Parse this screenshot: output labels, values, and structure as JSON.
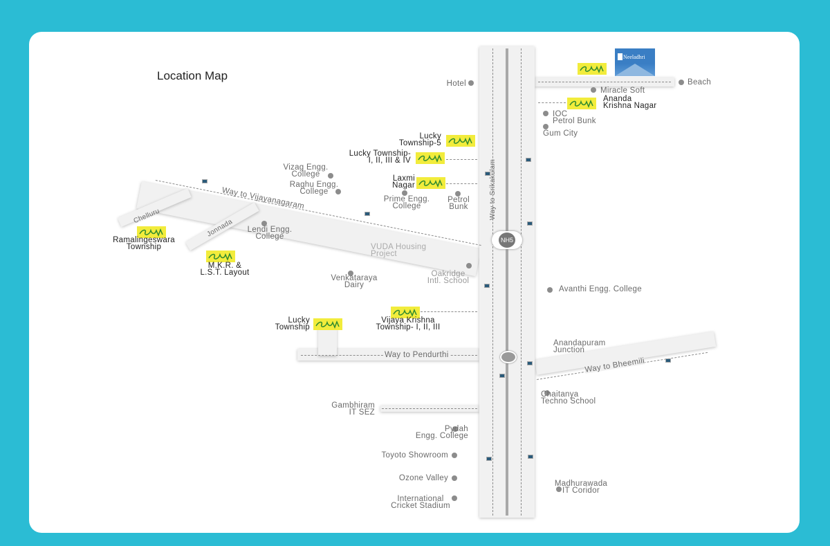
{
  "title": "Location Map",
  "brand": {
    "name": "Neeladhri",
    "color": "#3a7ec4"
  },
  "colors": {
    "background": "#2bbcd4",
    "highlight": "#f2ec3c",
    "logo_ink": "#2f8a2f"
  },
  "highway": {
    "badge": "NH5"
  },
  "roads": {
    "srikakulam": "Way to Srikakulam",
    "vijayanagaram": "Way to Vijayanagaram",
    "pendurthi": "Way to Pendurthi",
    "bheemili": "Way to Bheemili",
    "chelluru": "Chelluru",
    "jonnada": "Jonnada"
  },
  "projects": [
    "Ananda\nKrishna Nagar",
    "Lucky\nTownship-5",
    "Lucky Township-\nI, II, III & IV",
    "Laxmi\nNagar",
    "Ramalingeswara\nTownship",
    "M.K.R. &\nL.S.T. Layout",
    "Lucky\nTownship",
    "Vijaya Krishna\nTownship- I, II, III"
  ],
  "places": [
    "Hotel",
    "Miracle Soft",
    "Beach",
    "IOC\nPetrol Bunk",
    "Gum City",
    "Vizag Engg.\nCollege",
    "Raghu Engg.\nCollege",
    "Prime Engg.\nCollege",
    "Petrol\nBunk",
    "Lendi Engg.\nCollege",
    "VUDA Housing\nProject",
    "Venkataraya\nDairy",
    "Oakridge\nIntl. School",
    "Avanthi Engg. College",
    "Anandapuram\nJunction",
    "Chaitanya\nTechno School",
    "Gambhiram\nIT SEZ",
    "Pydah\nEngg. College",
    "Toyoto Showroom",
    "Ozone Valley",
    "International\nCricket Stadium",
    "Madhurawada\nIT Coridor"
  ]
}
